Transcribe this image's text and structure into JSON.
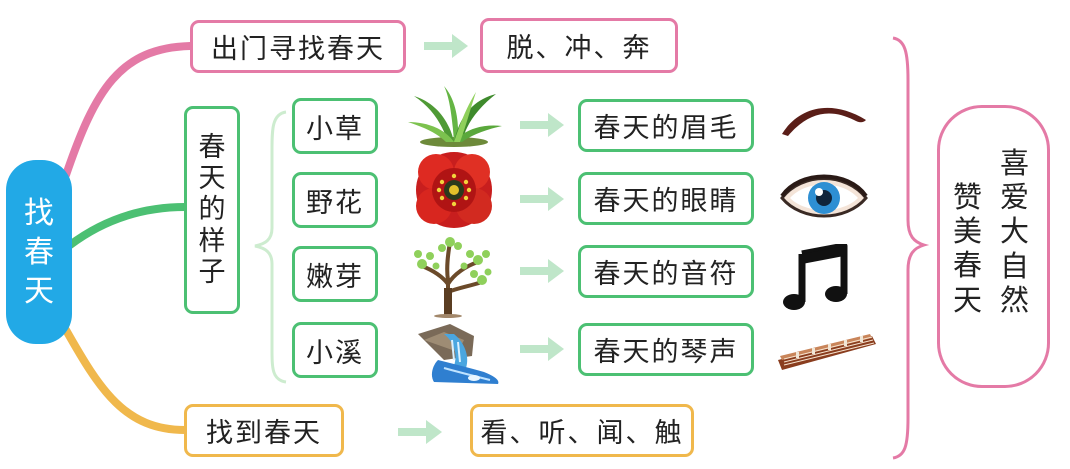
{
  "root": {
    "chars": [
      "找",
      "春",
      "天"
    ]
  },
  "branches": {
    "go_out": {
      "label": "出门寻找春天",
      "result": "脱、冲、奔"
    },
    "looks": {
      "chars": [
        "春",
        "天",
        "的",
        "样",
        "子"
      ],
      "items": [
        {
          "label": "小草",
          "result": "春天的眉毛",
          "picture_icon": "grass-icon",
          "result_icon": "eyebrow-icon"
        },
        {
          "label": "野花",
          "result": "春天的眼睛",
          "picture_icon": "red-flower-icon",
          "result_icon": "eye-icon"
        },
        {
          "label": "嫩芽",
          "result": "春天的音符",
          "picture_icon": "sprouting-tree-icon",
          "result_icon": "music-note-icon"
        },
        {
          "label": "小溪",
          "result": "春天的琴声",
          "picture_icon": "stream-icon",
          "result_icon": "zither-icon"
        }
      ]
    },
    "found": {
      "label": "找到春天",
      "result": "看、听、闻、触"
    }
  },
  "summary": {
    "col1": [
      "赞",
      "美",
      "春",
      "天"
    ],
    "col2": [
      "喜",
      "爱",
      "大",
      "自",
      "然"
    ]
  },
  "colors": {
    "root": "#22a9e6",
    "pink": "#e47aa6",
    "green": "#4cc073",
    "orange": "#f0b84c",
    "arrow": "#bfe6c9"
  }
}
